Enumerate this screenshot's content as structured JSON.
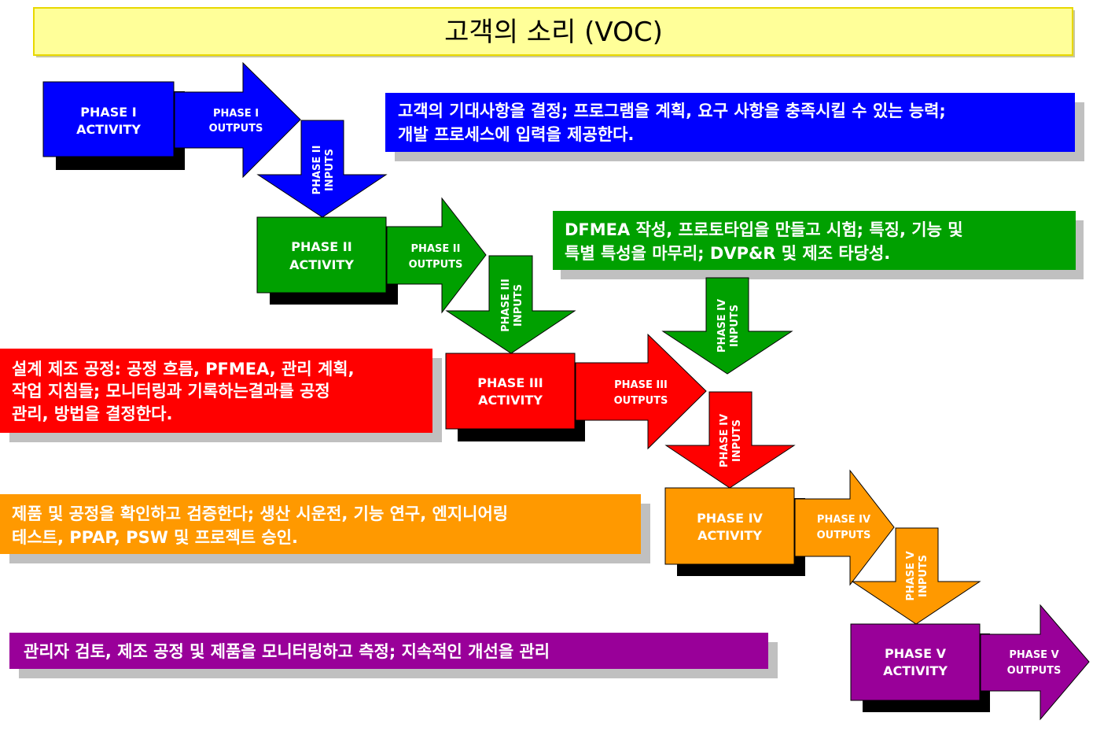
{
  "title": "고객의 소리 (VOC)",
  "colors": {
    "phase1": "#0000ff",
    "phase2": "#00a000",
    "phase3": "#ff0000",
    "phase4": "#ff9900",
    "phase5": "#990099",
    "shadow": "#000000",
    "title_bg": "#ffff99"
  },
  "phases": {
    "p1": {
      "activity": [
        "PHASE I",
        "ACTIVITY"
      ],
      "outputs": [
        "PHASE I",
        "OUTPUTS"
      ]
    },
    "p2": {
      "inputs": [
        "PHASE II",
        "INPUTS"
      ],
      "activity": [
        "PHASE II",
        "ACTIVITY"
      ],
      "outputs": [
        "PHASE II",
        "OUTPUTS"
      ]
    },
    "p3": {
      "inputs": [
        "PHASE III",
        "INPUTS"
      ],
      "activity": [
        "PHASE III",
        "ACTIVITY"
      ],
      "outputs": [
        "PHASE III",
        "OUTPUTS"
      ]
    },
    "p4": {
      "inputs_green": [
        "PHASE IV",
        "INPUTS"
      ],
      "inputs": [
        "PHASE IV",
        "INPUTS"
      ],
      "activity": [
        "PHASE IV",
        "ACTIVITY"
      ],
      "outputs": [
        "PHASE IV",
        "OUTPUTS"
      ]
    },
    "p5": {
      "inputs": [
        "PHASE V",
        "INPUTS"
      ],
      "activity": [
        "PHASE V",
        "ACTIVITY"
      ],
      "outputs": [
        "PHASE V",
        "OUTPUTS"
      ]
    }
  },
  "descriptions": {
    "blue": [
      "고객의 기대사항을 결정; 프로그램을 계획, 요구 사항을 충족시킬 수 있는 능력;",
      "개발 프로세스에 입력을 제공한다."
    ],
    "green": [
      "DFMEA 작성, 프로토타입을 만들고 시험; 특징, 기능 및",
      "특별 특성을 마무리; DVP&R 및 제조 타당성."
    ],
    "red": [
      "설계 제조 공정: 공정 흐름, PFMEA, 관리 계획,",
      "작업 지침들; 모니터링과 기록하는결과를 공정",
      "관리, 방법을 결정한다."
    ],
    "orange": [
      "제품 및 공정을 확인하고 검증한다; 생산 시운전, 기능 연구, 엔지니어링",
      "테스트, PPAP, PSW 및 프로젝트 승인."
    ],
    "purple": [
      "관리자 검토, 제조 공정 및 제품을 모니터링하고 측정; 지속적인 개선을 관리"
    ]
  }
}
